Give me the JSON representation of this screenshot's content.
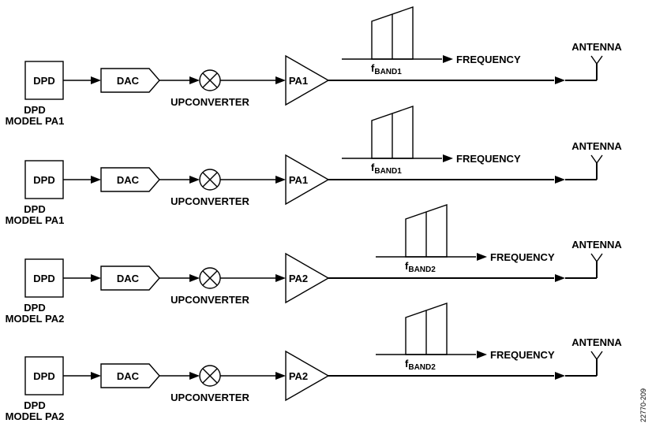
{
  "figure_id": "22770-209",
  "chains": [
    {
      "dpd": "DPD",
      "dpd_caption_line1": "DPD",
      "dpd_caption_line2": "MODEL PA1",
      "dac": "DAC",
      "mixer_caption": "UPCONVERTER",
      "pa": "PA1",
      "freq_label": "FREQUENCY",
      "band_f": "f",
      "band_sub": "BAND1",
      "antenna": "ANTENNA"
    },
    {
      "dpd": "DPD",
      "dpd_caption_line1": "DPD",
      "dpd_caption_line2": "MODEL PA1",
      "dac": "DAC",
      "mixer_caption": "UPCONVERTER",
      "pa": "PA1",
      "freq_label": "FREQUENCY",
      "band_f": "f",
      "band_sub": "BAND1",
      "antenna": "ANTENNA"
    },
    {
      "dpd": "DPD",
      "dpd_caption_line1": "DPD",
      "dpd_caption_line2": "MODEL PA2",
      "dac": "DAC",
      "mixer_caption": "UPCONVERTER",
      "pa": "PA2",
      "freq_label": "FREQUENCY",
      "band_f": "f",
      "band_sub": "BAND2",
      "antenna": "ANTENNA"
    },
    {
      "dpd": "DPD",
      "dpd_caption_line1": "DPD",
      "dpd_caption_line2": "MODEL PA2",
      "dac": "DAC",
      "mixer_caption": "UPCONVERTER",
      "pa": "PA2",
      "freq_label": "FREQUENCY",
      "band_f": "f",
      "band_sub": "BAND2",
      "antenna": "ANTENNA"
    }
  ]
}
